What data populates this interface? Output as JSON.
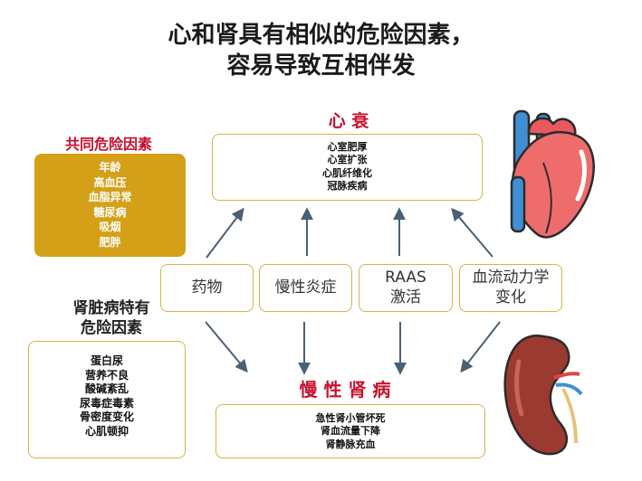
{
  "title": {
    "line1": "心和肾具有相似的危险因素，",
    "line2": "容易导致互相伴发"
  },
  "heart_failure": {
    "heading": "心 衰",
    "items": [
      "心室肥厚",
      "心室扩张",
      "心肌纤维化",
      "冠脉疾病"
    ]
  },
  "ckd": {
    "heading": "慢 性 肾 病",
    "items": [
      "急性肾小管坏死",
      "肾血流量下降",
      "肾静脉充血"
    ]
  },
  "common_risk": {
    "heading": "共同危险因素",
    "items": [
      "年龄",
      "高血压",
      "血脂异常",
      "糖尿病",
      "吸烟",
      "肥胖"
    ]
  },
  "kidney_risk": {
    "heading_line1": "肾脏病特有",
    "heading_line2": "危险因素",
    "items": [
      "蛋白尿",
      "营养不良",
      "酸碱紊乱",
      "尿毒症毒素",
      "骨密度变化",
      "心肌顿抑"
    ]
  },
  "factors": [
    {
      "line1": "药物",
      "line2": ""
    },
    {
      "line1": "慢性炎症",
      "line2": ""
    },
    {
      "line1": "RAAS",
      "line2": "激活"
    },
    {
      "line1": "血流动力学",
      "line2": "变化"
    }
  ],
  "colors": {
    "accent_red": "#c8102e",
    "gold_border": "#d9b24c",
    "gold_fill": "#d4a017",
    "arrow": "#4a6074"
  },
  "icons": {
    "heart": "heart-icon",
    "kidney": "kidney-icon"
  }
}
